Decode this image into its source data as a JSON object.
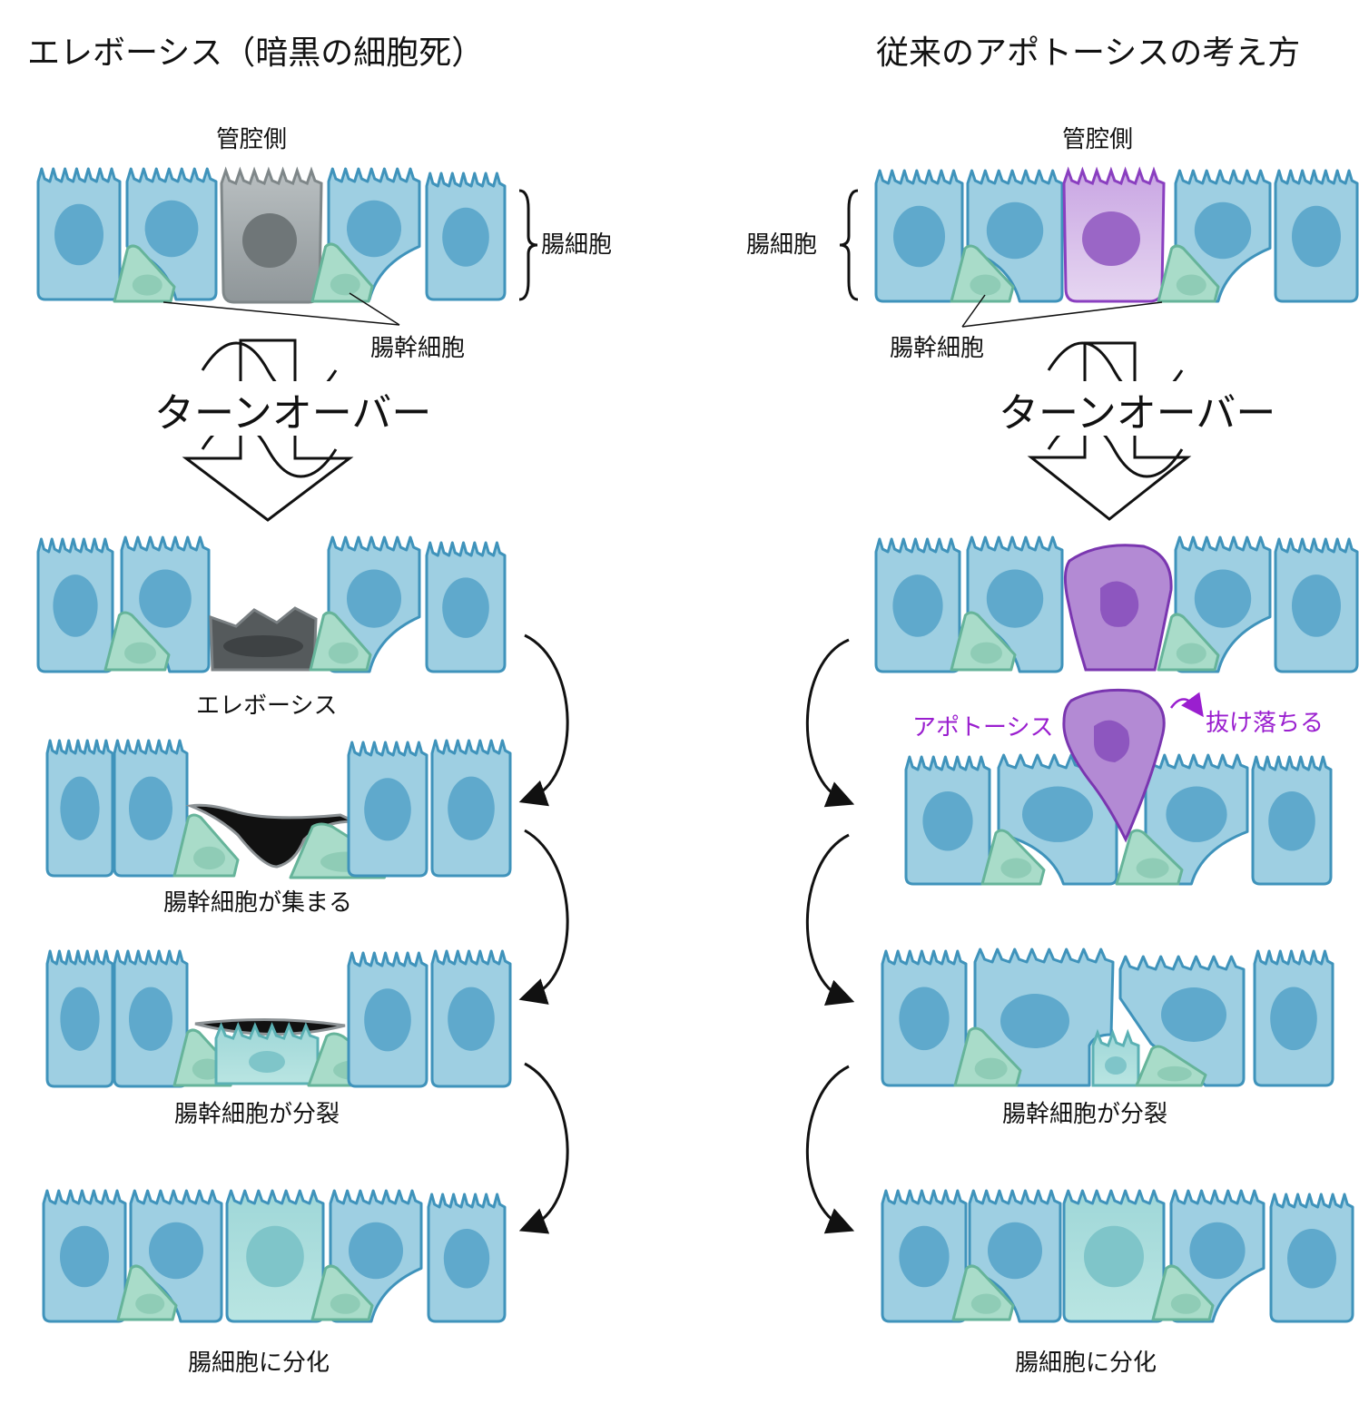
{
  "left": {
    "title": "エレボーシス（暗黒の細胞死）",
    "lumen_label": "管腔側",
    "enterocyte_label": "腸細胞",
    "stem_cell_label": "腸幹細胞",
    "turnover_label": "ターンオーバー",
    "steps": [
      "エレボーシス",
      "腸幹細胞が集まる",
      "腸幹細胞が分裂",
      "腸細胞に分化"
    ]
  },
  "right": {
    "title": "従来のアポトーシスの考え方",
    "lumen_label": "管腔側",
    "enterocyte_label": "腸細胞",
    "stem_cell_label": "腸幹細胞",
    "turnover_label": "ターンオーバー",
    "apoptosis_label": "アポトーシス",
    "shed_label": "抜け落ちる",
    "steps": [
      "腸幹細胞が分裂",
      "腸細胞に分化"
    ]
  },
  "colors": {
    "enterocyte_fill": "#9ecfe2",
    "enterocyte_stroke": "#3f93bb",
    "nucleus": "#5fa9cc",
    "stem_fill": "#a9dcc9",
    "stem_stroke": "#66b49a",
    "erebosis_gray": "#9aa2a5",
    "apoptosis_purple": "#b38ad4",
    "label_purple": "#9a1fcf"
  }
}
